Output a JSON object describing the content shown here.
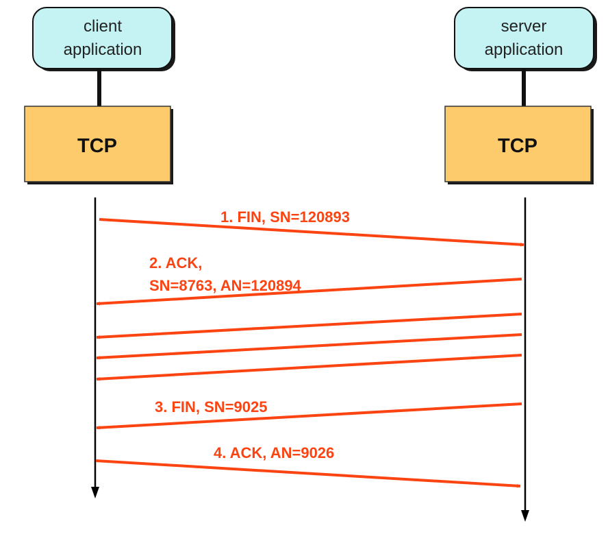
{
  "client": {
    "app_label_line1": "client",
    "app_label_line2": "application",
    "layer_label": "TCP"
  },
  "server": {
    "app_label_line1": "server",
    "app_label_line2": "application",
    "layer_label": "TCP"
  },
  "messages": {
    "fin1": "1. FIN, SN=120893",
    "ack2_line1": "2. ACK,",
    "ack2_line2": "SN=8763, AN=120894",
    "fin3": "3. FIN, SN=9025",
    "ack4": "4. ACK, AN=9026"
  },
  "colors": {
    "app_box_fill": "#c5f2f2",
    "tcp_box_fill": "#fdcb6c",
    "message_color": "#fb4412",
    "line_color": "#000000"
  }
}
